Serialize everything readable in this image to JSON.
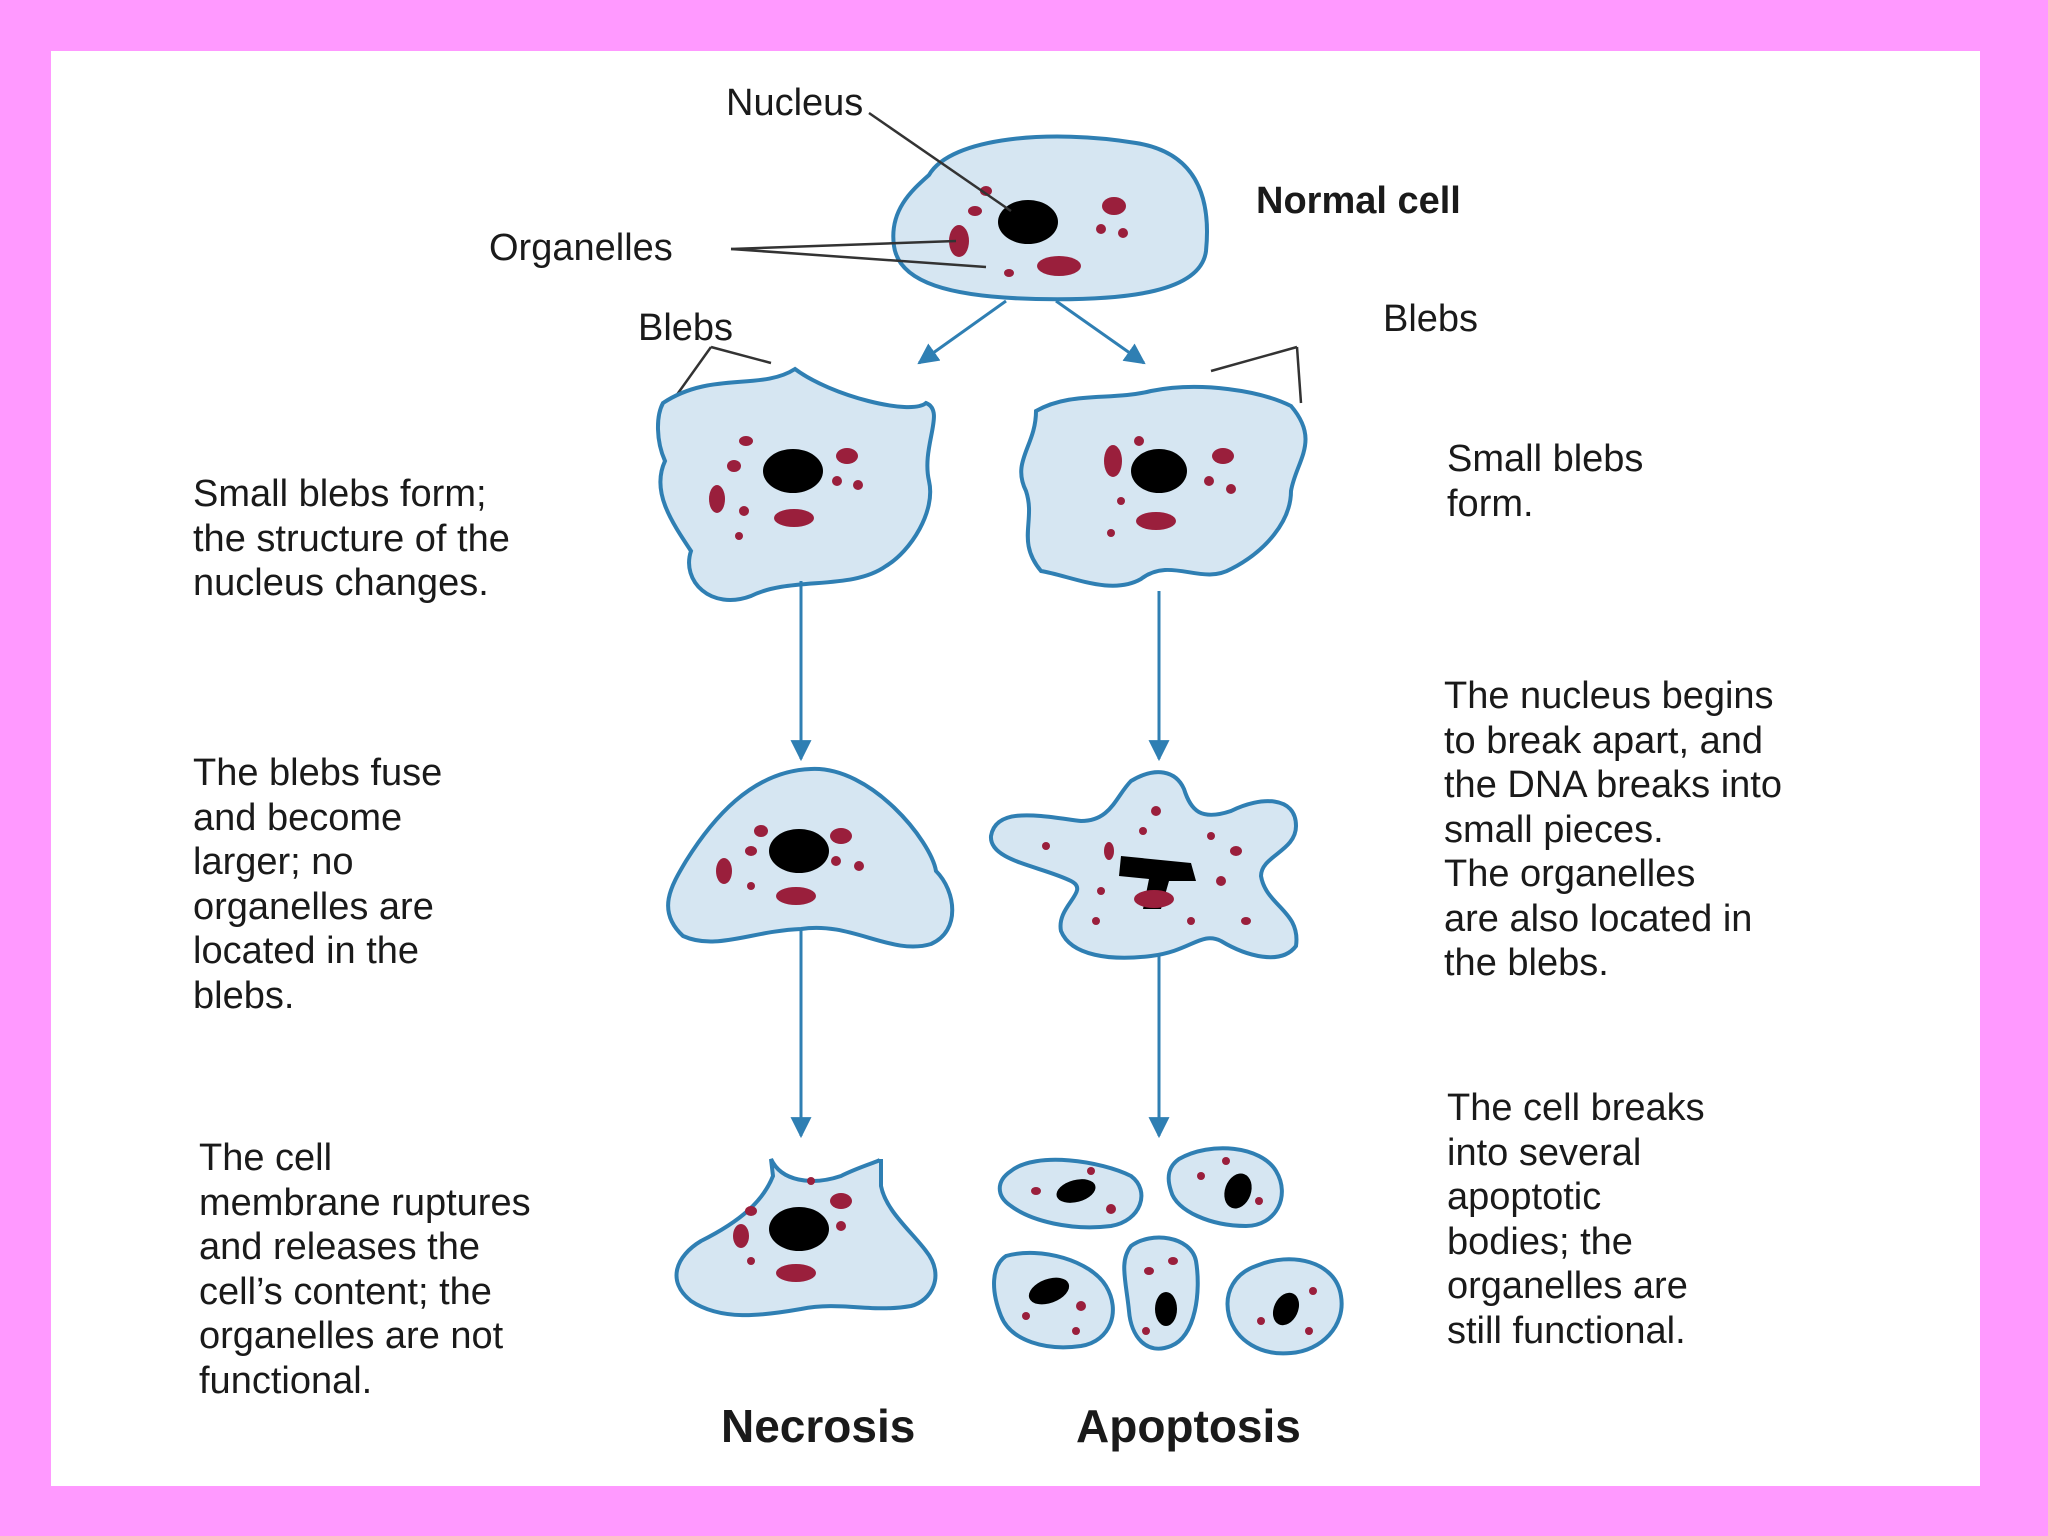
{
  "labels": {
    "nucleus": "Nucleus",
    "normal_cell": "Normal cell",
    "organelles": "Organelles",
    "blebs_left": "Blebs",
    "blebs_right": "Blebs"
  },
  "necrosis": {
    "title": "Necrosis",
    "step1": "Small blebs form;\nthe structure of the\nnucleus changes.",
    "step2": "The blebs fuse\nand become\nlarger; no\norganelles are\nlocated in the\nblebs.",
    "step3": "The cell\nmembrane ruptures\nand releases the\ncell’s content; the\norganelles are not\nfunctional."
  },
  "apoptosis": {
    "title": "Apoptosis",
    "step1": "Small blebs\nform.",
    "step2": "The nucleus begins\nto break apart, and\nthe DNA breaks into\nsmall pieces.\nThe organelles\nare also located in\nthe blebs.",
    "step3": "The cell breaks\ninto several\napoptotic\nbodies; the\norganelles are\nstill functional."
  },
  "colors": {
    "border": "#ff99ff",
    "cell_fill": "#d6e6f2",
    "cell_outline": "#2f7fb3",
    "organelle": "#9a1f3c",
    "nucleus": "#000000"
  }
}
